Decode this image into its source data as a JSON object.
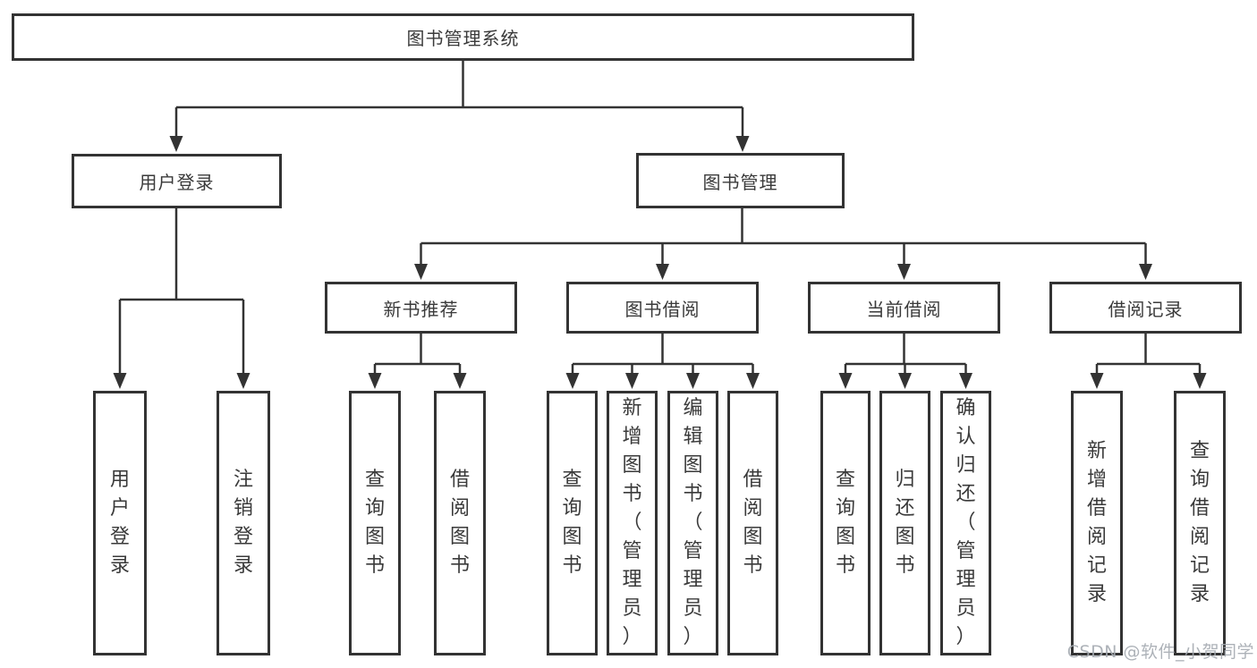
{
  "colors": {
    "line": "#333333",
    "box_border": "#333333",
    "text": "#3a3a3a",
    "background": "#ffffff",
    "watermark": "#a4aab0"
  },
  "tree": {
    "label": "图书管理系统",
    "children": [
      {
        "label": "用户登录",
        "children": [
          {
            "label": "用户登录"
          },
          {
            "label": "注销登录"
          }
        ]
      },
      {
        "label": "图书管理",
        "children": [
          {
            "label": "新书推荐",
            "children": [
              {
                "label": "查询图书"
              },
              {
                "label": "借阅图书"
              }
            ]
          },
          {
            "label": "图书借阅",
            "children": [
              {
                "label": "查询图书"
              },
              {
                "label": "新增图书（管理员）"
              },
              {
                "label": "编辑图书（管理员）"
              },
              {
                "label": "借阅图书"
              }
            ]
          },
          {
            "label": "当前借阅",
            "children": [
              {
                "label": "查询图书"
              },
              {
                "label": "归还图书"
              },
              {
                "label": "确认归还（管理员）"
              }
            ]
          },
          {
            "label": "借阅记录",
            "children": [
              {
                "label": "新增借阅记录"
              },
              {
                "label": "查询借阅记录"
              }
            ]
          }
        ]
      }
    ]
  },
  "watermark": {
    "text": "CSDN @软件_小贺同学"
  }
}
